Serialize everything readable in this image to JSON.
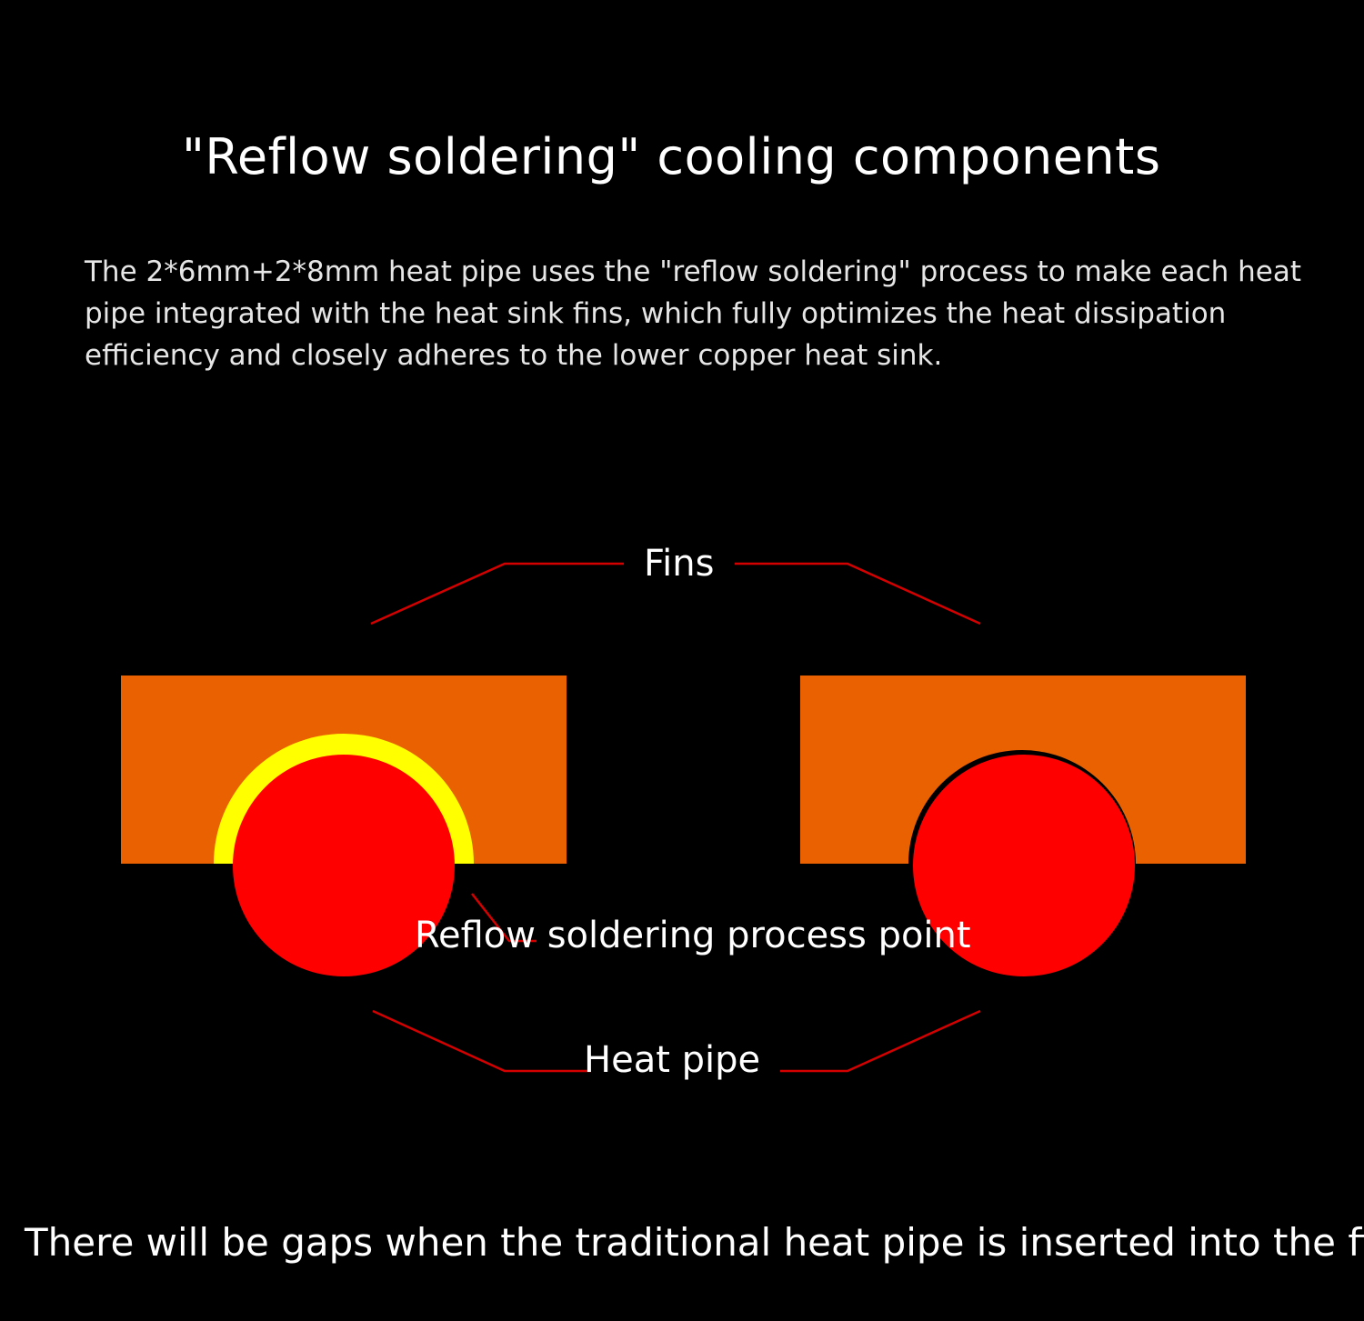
{
  "header": {
    "title": "\"Reflow soldering\" cooling components",
    "description": "The 2*6mm+2*8mm heat pipe uses the \"reflow soldering\" process to make each heat pipe integrated with the heat sink fins, which fully optimizes the heat dissipation efficiency and closely adheres to the lower copper heat sink."
  },
  "diagram": {
    "labels": {
      "fins": "Fins",
      "reflow_point": "Reflow soldering process point",
      "heat_pipe": "Heat pipe"
    },
    "colors": {
      "fin": "#e96100",
      "heat_pipe": "#ff0000",
      "solder": "#ffff00",
      "gap": "#000000",
      "leader_line": "#d40000"
    }
  },
  "footer": {
    "caption": "There will be gaps when the traditional heat pipe is inserted into the fin"
  }
}
